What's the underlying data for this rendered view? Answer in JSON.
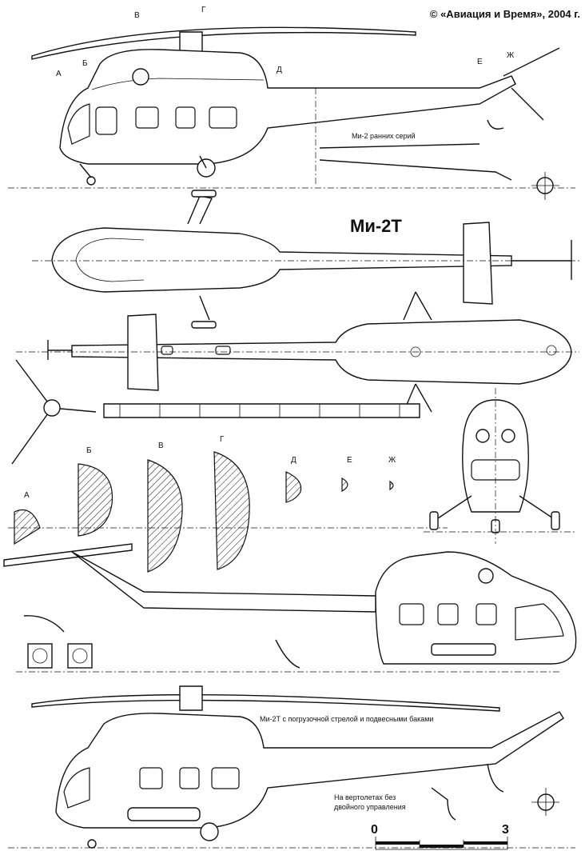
{
  "copyright": "© «Авиация и Время», 2004 г.",
  "title": "Ми-2Т",
  "captions": {
    "early_series": "Ми-2 ранних серий",
    "cargo_boom": "Ми-2Т с погрузочной стрелой и подвесными баками",
    "no_dual_control_1": "На вертолетах без",
    "no_dual_control_2": "двойного управления"
  },
  "section_marks_side": [
    "А",
    "Б",
    "В",
    "Г",
    "Д",
    "Е",
    "Ж"
  ],
  "sections": [
    "А",
    "Б",
    "В",
    "Г",
    "Д",
    "Е",
    "Ж"
  ],
  "scale": {
    "start": "0",
    "end": "3"
  },
  "colors": {
    "ink": "#111111",
    "paper": "#ffffff"
  }
}
